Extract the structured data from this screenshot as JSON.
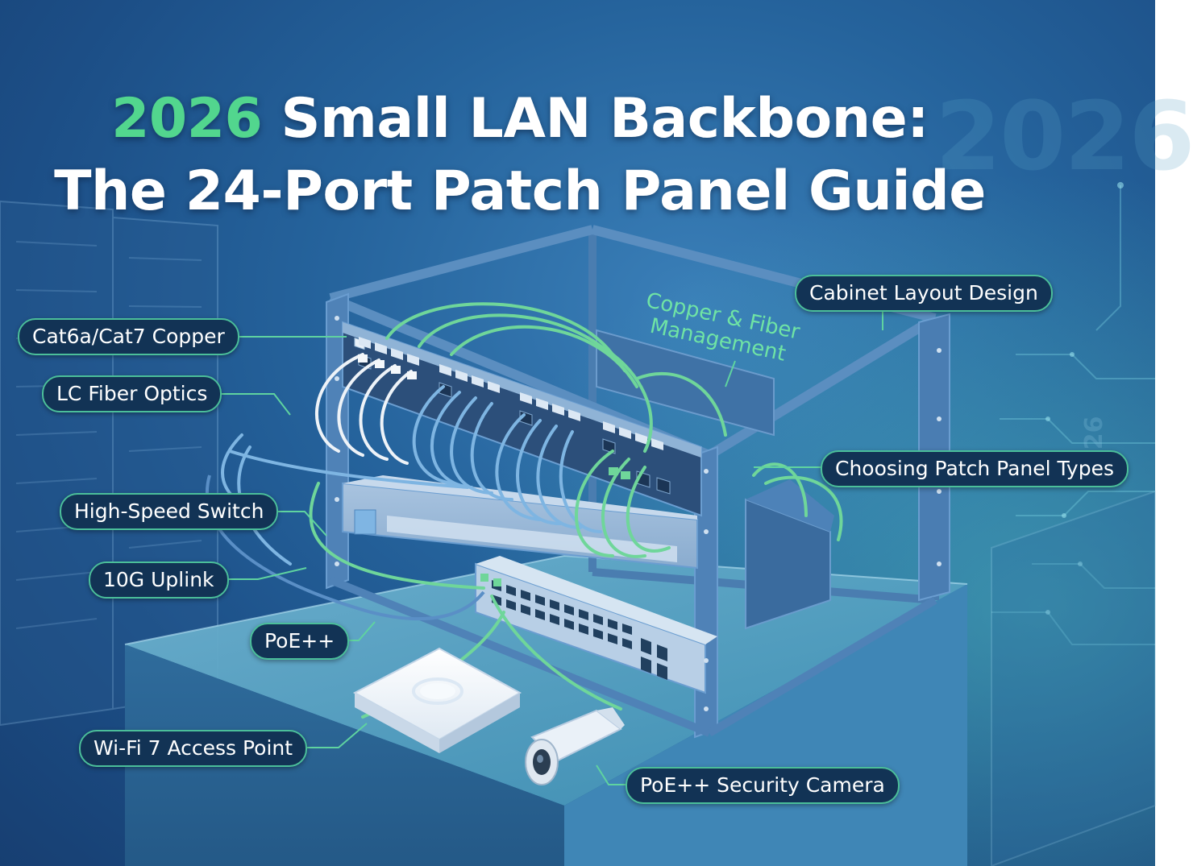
{
  "title": {
    "year": "2026",
    "line1_rest": "Small LAN Backbone:",
    "line2": "The 24-Port Patch Panel Guide"
  },
  "background_year": "2026",
  "rotated_year": "2026",
  "rack_annotation": {
    "line1": "Copper & Fiber",
    "line2": "Management"
  },
  "callouts": {
    "copper": "Cat6a/Cat7 Copper",
    "fiber": "LC Fiber Optics",
    "switch": "High-Speed Switch",
    "uplink": "10G Uplink",
    "poe": "PoE++",
    "access_point": "Wi-Fi 7 Access Point",
    "cabinet": "Cabinet Layout Design",
    "panel_types": "Choosing Patch Panel Types",
    "camera": "PoE++ Security Camera"
  },
  "colors": {
    "accent_green": "#52d68e",
    "callout_border": "#4bbf9a",
    "callout_fill": "#123355",
    "rack_frame": "#3e6fa3",
    "cable_green": "#6fd69a",
    "cable_blue": "#7bb3e0",
    "cable_white": "#e8f0f7"
  },
  "icons": {
    "access_point": "wifi-access-point-icon",
    "camera": "security-camera-icon"
  }
}
